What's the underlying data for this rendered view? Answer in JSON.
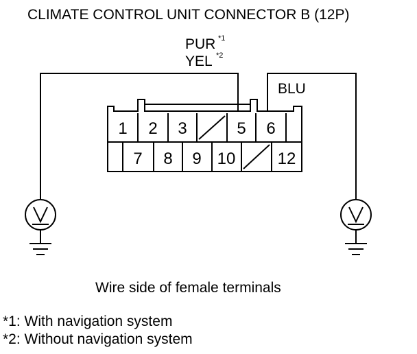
{
  "title": "CLIMATE CONTROL UNIT CONNECTOR B (12P)",
  "wires": {
    "left": {
      "color_1": "PUR",
      "note_1": "*1",
      "color_2": "YEL",
      "note_2": "*2"
    },
    "right": {
      "color": "BLU"
    }
  },
  "connector": {
    "row1": [
      "1",
      "2",
      "3",
      "",
      "5",
      "6",
      ""
    ],
    "row2": [
      "",
      "7",
      "8",
      "9",
      "10",
      "",
      "12"
    ]
  },
  "caption": "Wire side of female terminals",
  "footnotes": [
    "*1: With navigation system",
    "*2: Without navigation system"
  ],
  "symbols": {
    "voltmeter": "voltmeter-icon",
    "ground": "ground-icon"
  }
}
